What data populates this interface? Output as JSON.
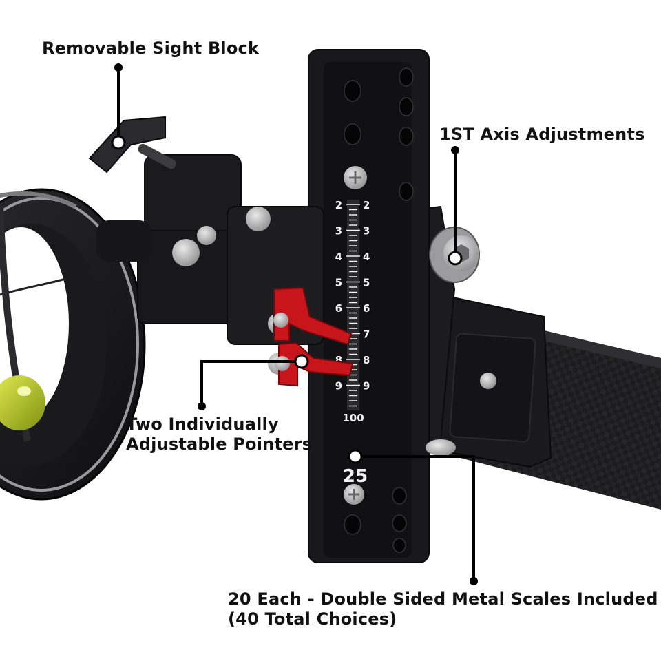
{
  "annotations": {
    "sight_block": "Removable Sight Block",
    "axis": "1ST Axis Adjustments",
    "pointers_line1": "Two Individually",
    "pointers_line2": "Adjustable Pointers",
    "scales_line1": "20 Each - Double Sided Metal Scales Included",
    "scales_line2": "(40 Total Choices)"
  },
  "scale": {
    "left_numbers": [
      "2",
      "3",
      "4",
      "5",
      "6",
      "7",
      "8",
      "9"
    ],
    "right_numbers": [
      "2",
      "3",
      "4",
      "5",
      "6",
      "7",
      "8",
      "9"
    ],
    "end_number": "100",
    "tape_number": "25"
  },
  "colors": {
    "label_text": "#111111",
    "body_black": "#1b1b1d",
    "pointer_red": "#c8141b",
    "scale_white": "#f2f2f2",
    "bubble_green": "#c6d32a"
  }
}
